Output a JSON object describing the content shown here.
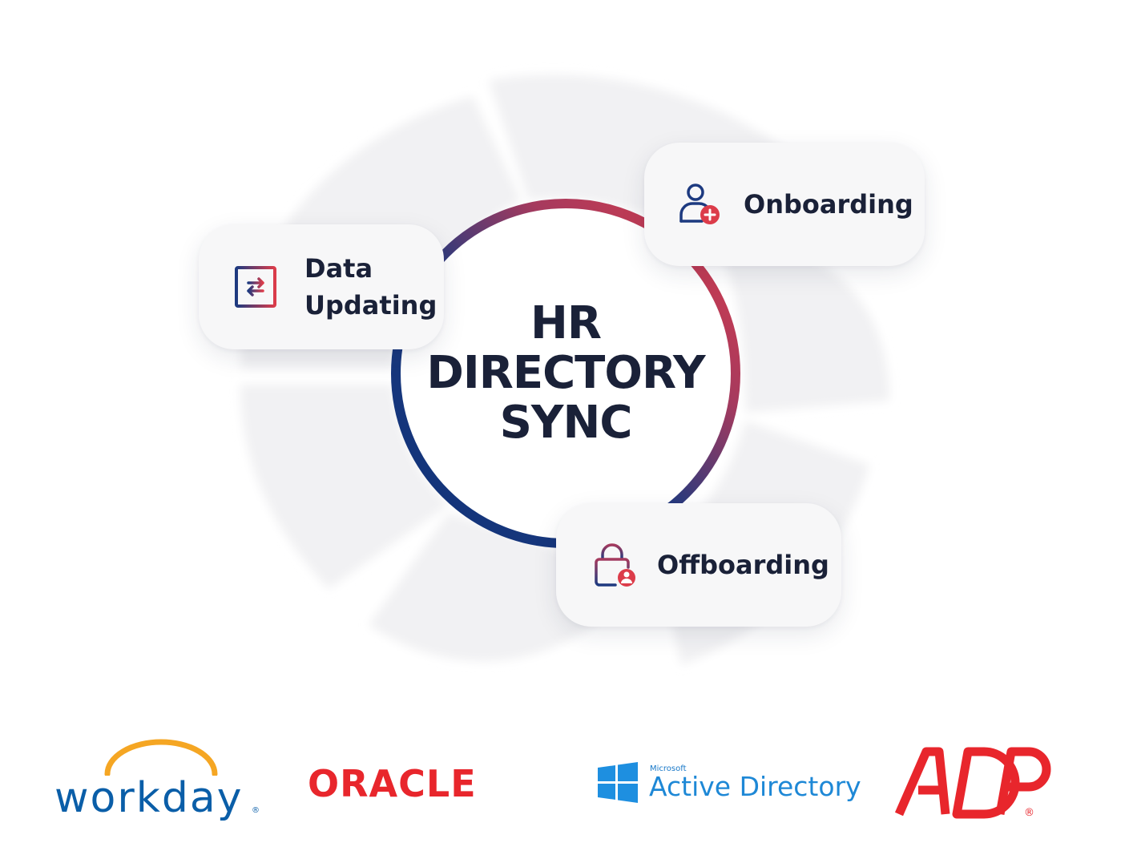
{
  "diagram": {
    "title_lines": [
      "HR",
      "DIRECTORY",
      "SYNC"
    ],
    "ring_colors": {
      "start": "#0f3278",
      "end": "#dc3c4a"
    },
    "cards": {
      "data_updating": {
        "label_lines": [
          "Data",
          "Updating"
        ],
        "icon": "sync-arrows-icon"
      },
      "onboarding": {
        "label": "Onboarding",
        "icon": "user-add-icon"
      },
      "offboarding": {
        "label": "Offboarding",
        "icon": "lock-user-icon"
      }
    }
  },
  "logos": {
    "workday": {
      "text": "workday",
      "reg": "®",
      "word_color": "#0a5ea8",
      "arc_color": "#f5a623"
    },
    "oracle": {
      "text": "ORACLE",
      "color": "#e8262c"
    },
    "active_directory": {
      "brand": "Microsoft",
      "text": "Active Directory",
      "color": "#1e88d6"
    },
    "adp": {
      "text": "ADP",
      "reg": "®",
      "color": "#e8262c"
    }
  }
}
